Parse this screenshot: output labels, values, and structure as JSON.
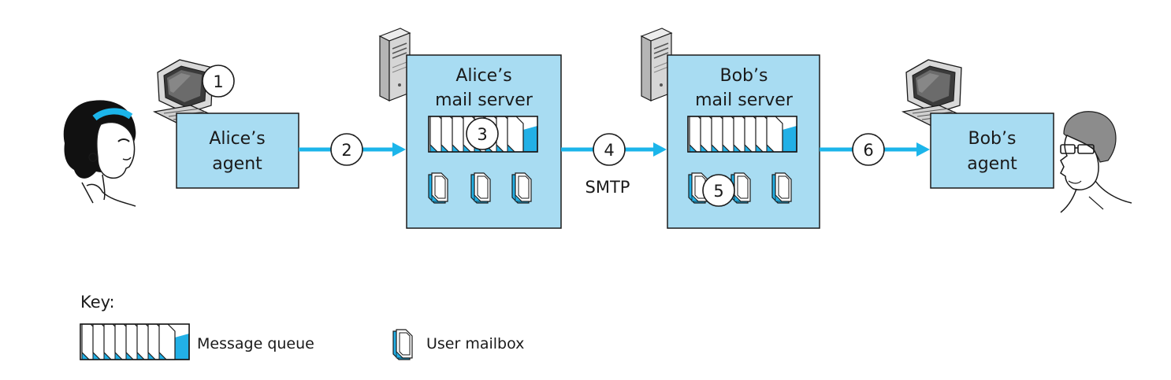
{
  "colors": {
    "box_fill": "#a8dcf2",
    "arrow": "#1cb5ea",
    "msg_accent": "#22b0e6",
    "outline": "#1a1a1a"
  },
  "icons": [
    "person-alice-icon",
    "person-bob-icon",
    "computer-icon",
    "server-tower-icon",
    "message-queue-icon",
    "user-mailbox-icon"
  ],
  "nodes": {
    "alice_agent": {
      "line1": "Alice’s",
      "line2": "agent"
    },
    "alice_server": {
      "line1": "Alice’s",
      "line2": "mail server"
    },
    "bob_server": {
      "line1": "Bob’s",
      "line2": "mail server"
    },
    "bob_agent": {
      "line1": "Bob’s",
      "line2": "agent"
    }
  },
  "steps": [
    "1",
    "2",
    "3",
    "4",
    "5",
    "6"
  ],
  "protocol_label": "SMTP",
  "key": {
    "title": "Key:",
    "queue_label": "Message queue",
    "mailbox_label": "User mailbox"
  }
}
